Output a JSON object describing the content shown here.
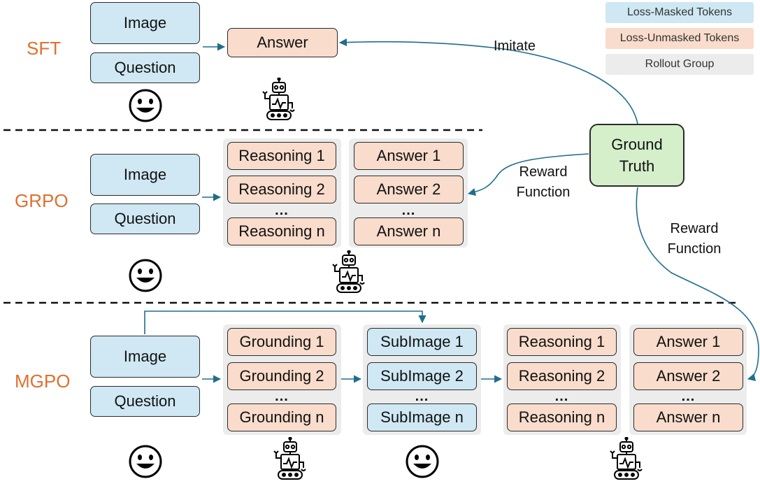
{
  "legend": {
    "masked": "Loss-Masked Tokens",
    "unmasked": "Loss-Unmasked Tokens",
    "rollout": "Rollout Group"
  },
  "ground_truth": "Ground\nTruth",
  "edges": {
    "imitate": "Imitate",
    "reward_grpo": "Reward\nFunction",
    "reward_mgpo": "Reward\nFunction"
  },
  "sft": {
    "label": "SFT",
    "image": "Image",
    "question": "Question",
    "answer": "Answer"
  },
  "grpo": {
    "label": "GRPO",
    "image": "Image",
    "question": "Question",
    "reasoning": [
      "Reasoning 1",
      "Reasoning 2",
      "Reasoning n"
    ],
    "answers": [
      "Answer 1",
      "Answer 2",
      "Answer n"
    ]
  },
  "mgpo": {
    "label": "MGPO",
    "image": "Image",
    "question": "Question",
    "grounding": [
      "Grounding 1",
      "Grounding 2",
      "Grounding n"
    ],
    "subimages": [
      "SubImage 1",
      "SubImage 2",
      "SubImage n"
    ],
    "reasoning": [
      "Reasoning 1",
      "Reasoning 2",
      "Reasoning n"
    ],
    "answers": [
      "Answer 1",
      "Answer 2",
      "Answer n"
    ]
  },
  "ellipsis": "...",
  "icons": [
    "smiley-icon",
    "robot-icon"
  ],
  "colors": {
    "loss_masked": "#cfe8f3",
    "loss_unmasked": "#f9dccb",
    "rollout_group": "#ececec",
    "ground_truth": "#d5efcb",
    "method_label": "#e0702e",
    "arrow": "#1f6e8c"
  }
}
